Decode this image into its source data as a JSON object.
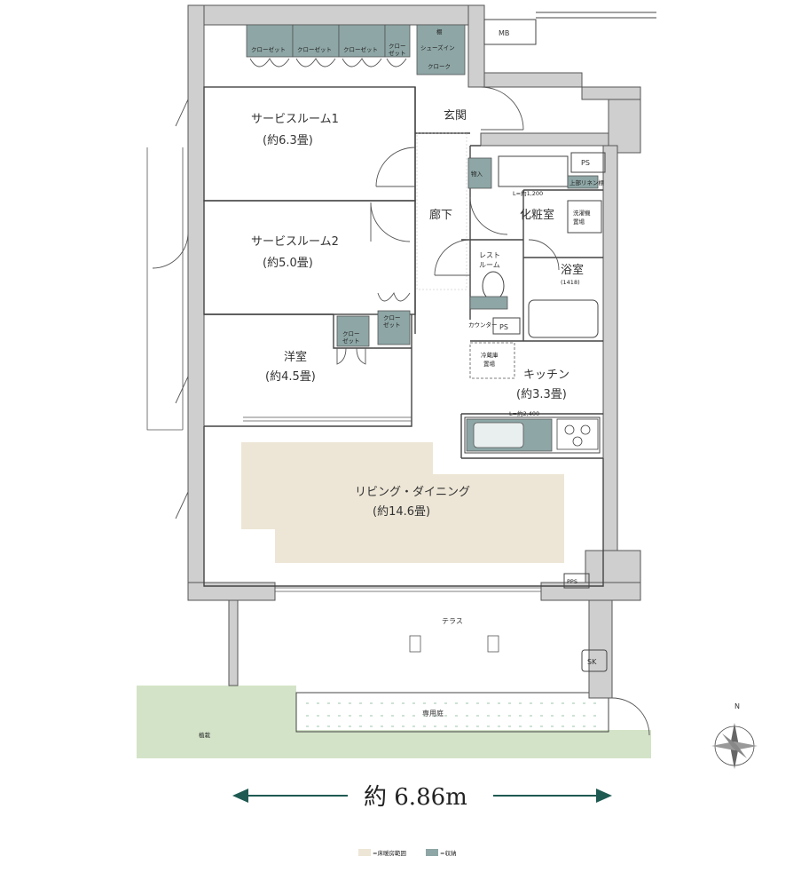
{
  "rooms": {
    "service_room_1": {
      "name": "サービスルーム1",
      "size": "(約6.3畳)"
    },
    "service_room_2": {
      "name": "サービスルーム2",
      "size": "(約5.0畳)"
    },
    "western_room": {
      "name": "洋室",
      "size": "(約4.5畳)"
    },
    "living_dining": {
      "name": "リビング・ダイニング",
      "size": "(約14.6畳)"
    },
    "kitchen": {
      "name": "キッチン",
      "size": "(約3.3畳)"
    },
    "entrance": "玄関",
    "hallway": "廊下",
    "powder_room": "化粧室",
    "bathroom": {
      "name": "浴室",
      "size": "(1418)"
    },
    "restroom": {
      "line1": "レスト",
      "line2": "ルーム"
    },
    "terrace": "テラス",
    "private_garden": "専用庭",
    "planting": "植栽"
  },
  "storage": {
    "closet": "クローゼット",
    "small_closet_line1": "クロー",
    "small_closet_line2": "ゼット",
    "shoes_in_line1": "シューズイン",
    "shoes_in_line2": "クローク",
    "shelf": "棚",
    "storage_box": "物入",
    "linen": "上部リネン棚",
    "washer_line1": "洗濯機",
    "washer_line2": "置場",
    "fridge_line1": "冷蔵庫",
    "fridge_line2": "置場",
    "counter": "カウンター"
  },
  "fixtures": {
    "mb": "MB",
    "ps": "PS",
    "pps": "PPS",
    "sk": "SK",
    "vanity_length": "L=約1,200",
    "kitchen_length": "L=約2,400"
  },
  "dimension": {
    "width": "約 6.86m"
  },
  "legend": {
    "floor_heating": "=床暖房範囲",
    "storage": "=収納"
  },
  "compass": {
    "north": "N"
  },
  "colors": {
    "storage": "#8ea6a6",
    "floor_heating": "#ede6d6",
    "arrow": "#1f5a52",
    "planting": "#d3e3c8"
  }
}
